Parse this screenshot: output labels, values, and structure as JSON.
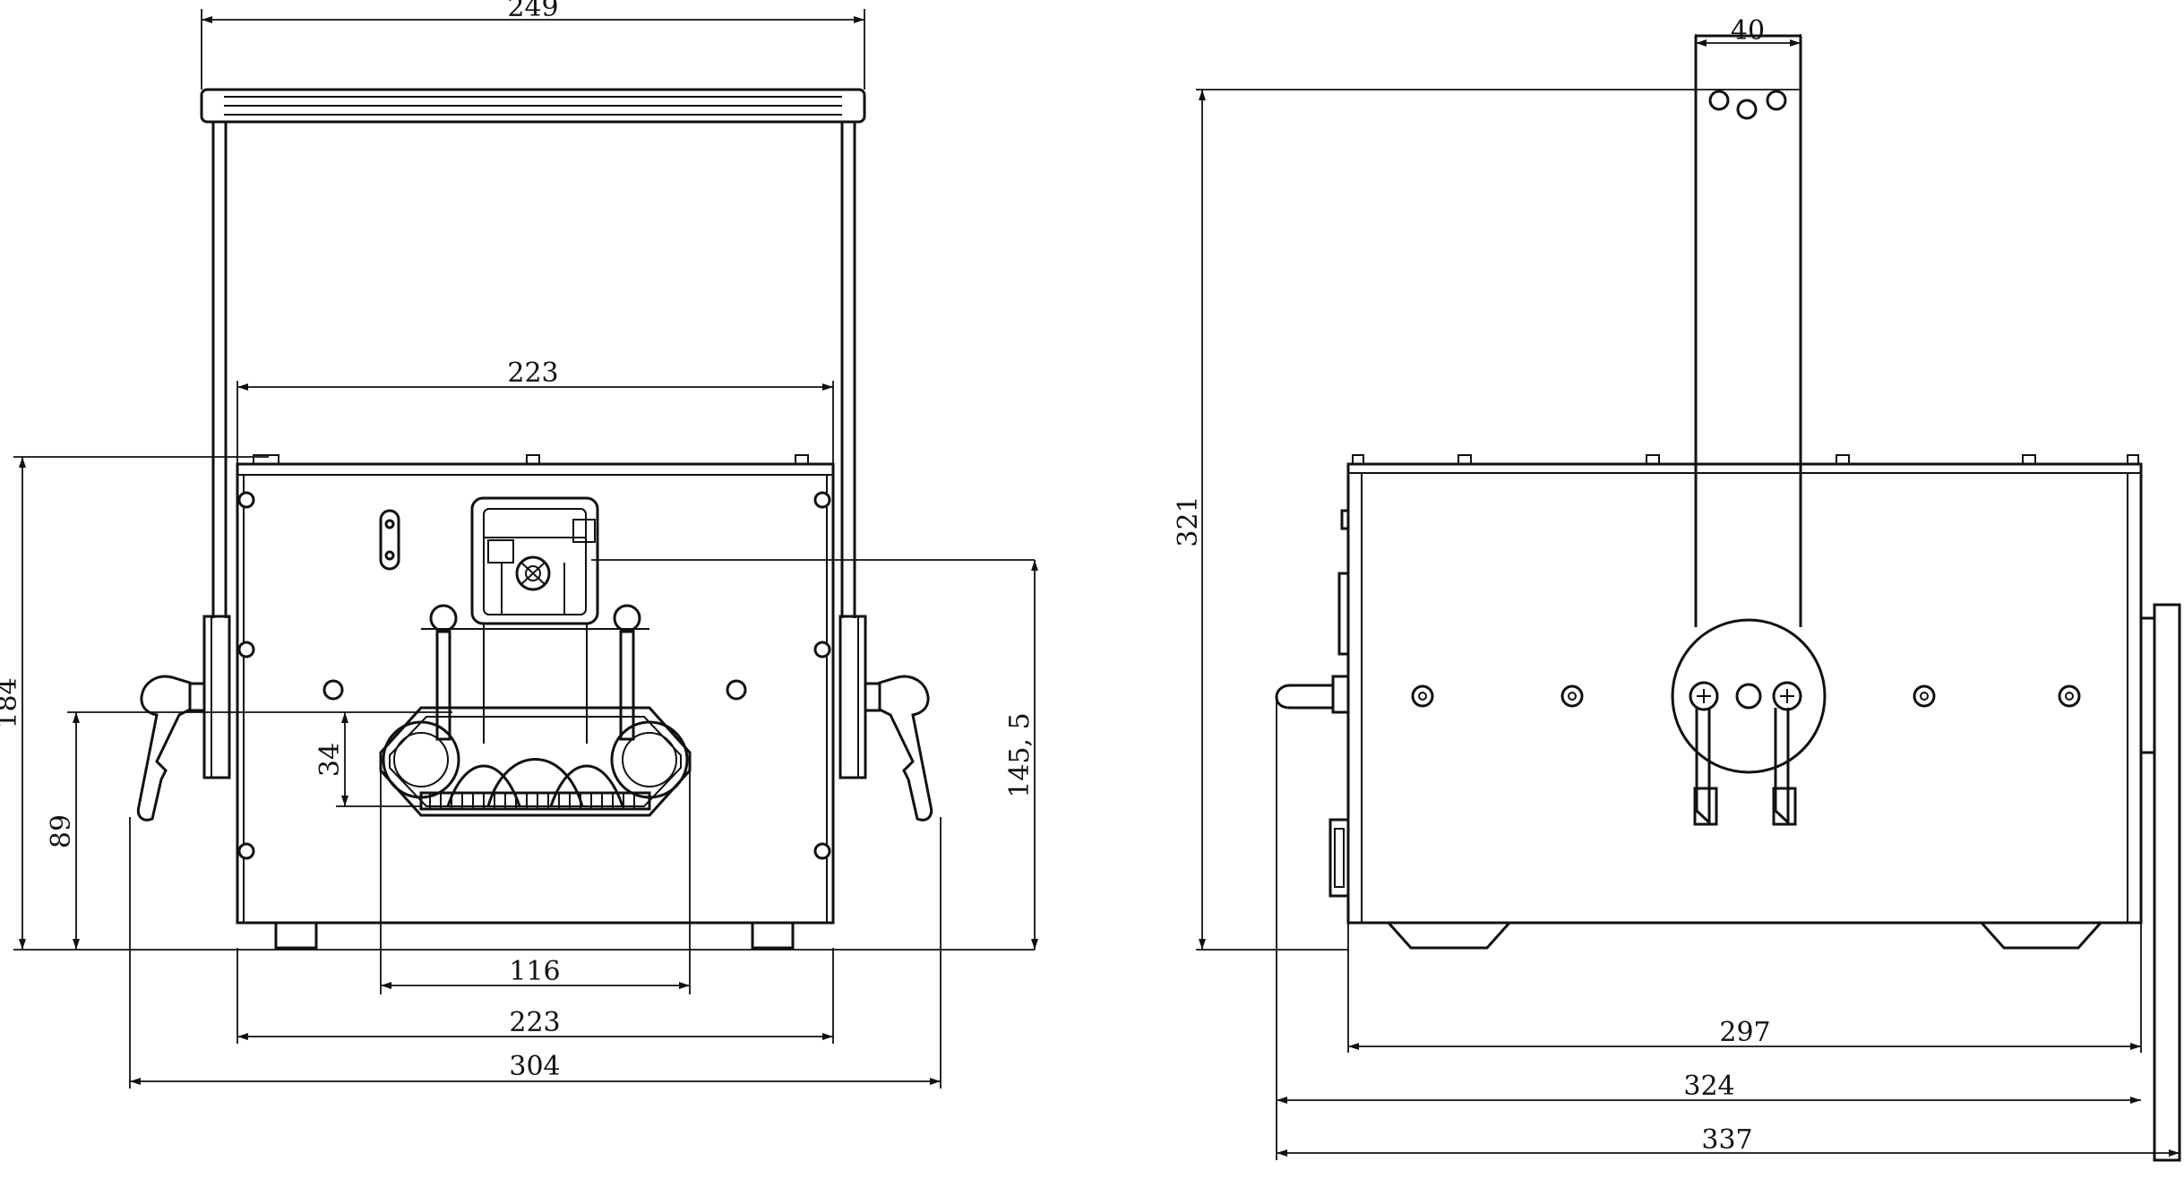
{
  "front_view": {
    "dim_handle_width": "249",
    "dim_body_top_width": "223",
    "dim_height": "184",
    "dim_handle_pivot_height": "89",
    "dim_lens_height": "34",
    "dim_aperture_height": "145, 5",
    "dim_lens_width": "116",
    "dim_body_width": "223",
    "dim_total_width": "304"
  },
  "side_view": {
    "dim_bracket_width": "40",
    "dim_total_height": "321",
    "dim_body_depth": "297",
    "dim_depth_with_handle": "324",
    "dim_total_depth": "337"
  }
}
